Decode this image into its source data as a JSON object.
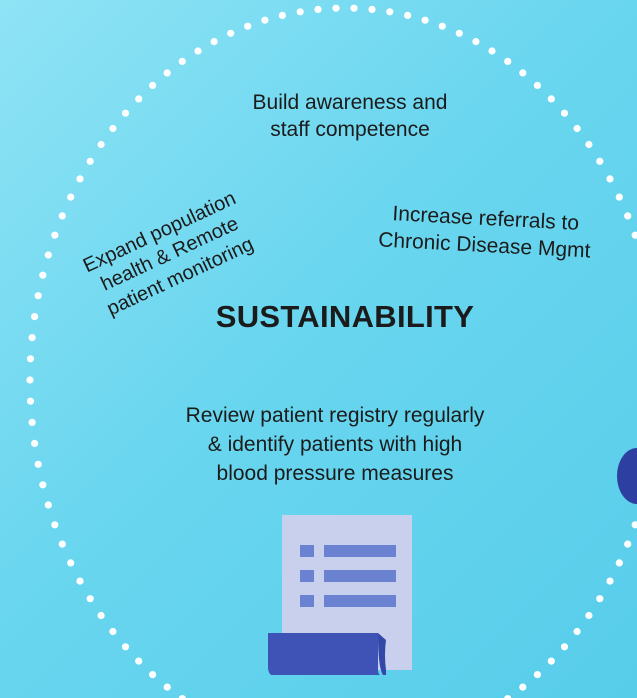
{
  "diagram": {
    "title": "SUSTAINABILITY",
    "items": [
      {
        "lines": [
          "Build awareness and",
          "staff competence"
        ]
      },
      {
        "lines": [
          "Increase referrals to",
          "Chronic Disease Mgmt"
        ]
      },
      {
        "lines": [
          "Expand population",
          "health & Remote",
          "patient monitoring"
        ]
      },
      {
        "lines": [
          "Review patient registry regularly",
          "& identify patients with high",
          "blood pressure measures"
        ]
      }
    ]
  },
  "icons": {
    "document": "document-list-icon",
    "blob": "arrow-node-icon"
  },
  "colors": {
    "background": "#6ad6ef",
    "dots": "#ffffff",
    "text": "#1b1b1b",
    "doc_paper": "#c9d0ee",
    "doc_lines": "#6a82d0",
    "doc_fold": "#3f52b5",
    "blob": "#2d3fa0"
  }
}
